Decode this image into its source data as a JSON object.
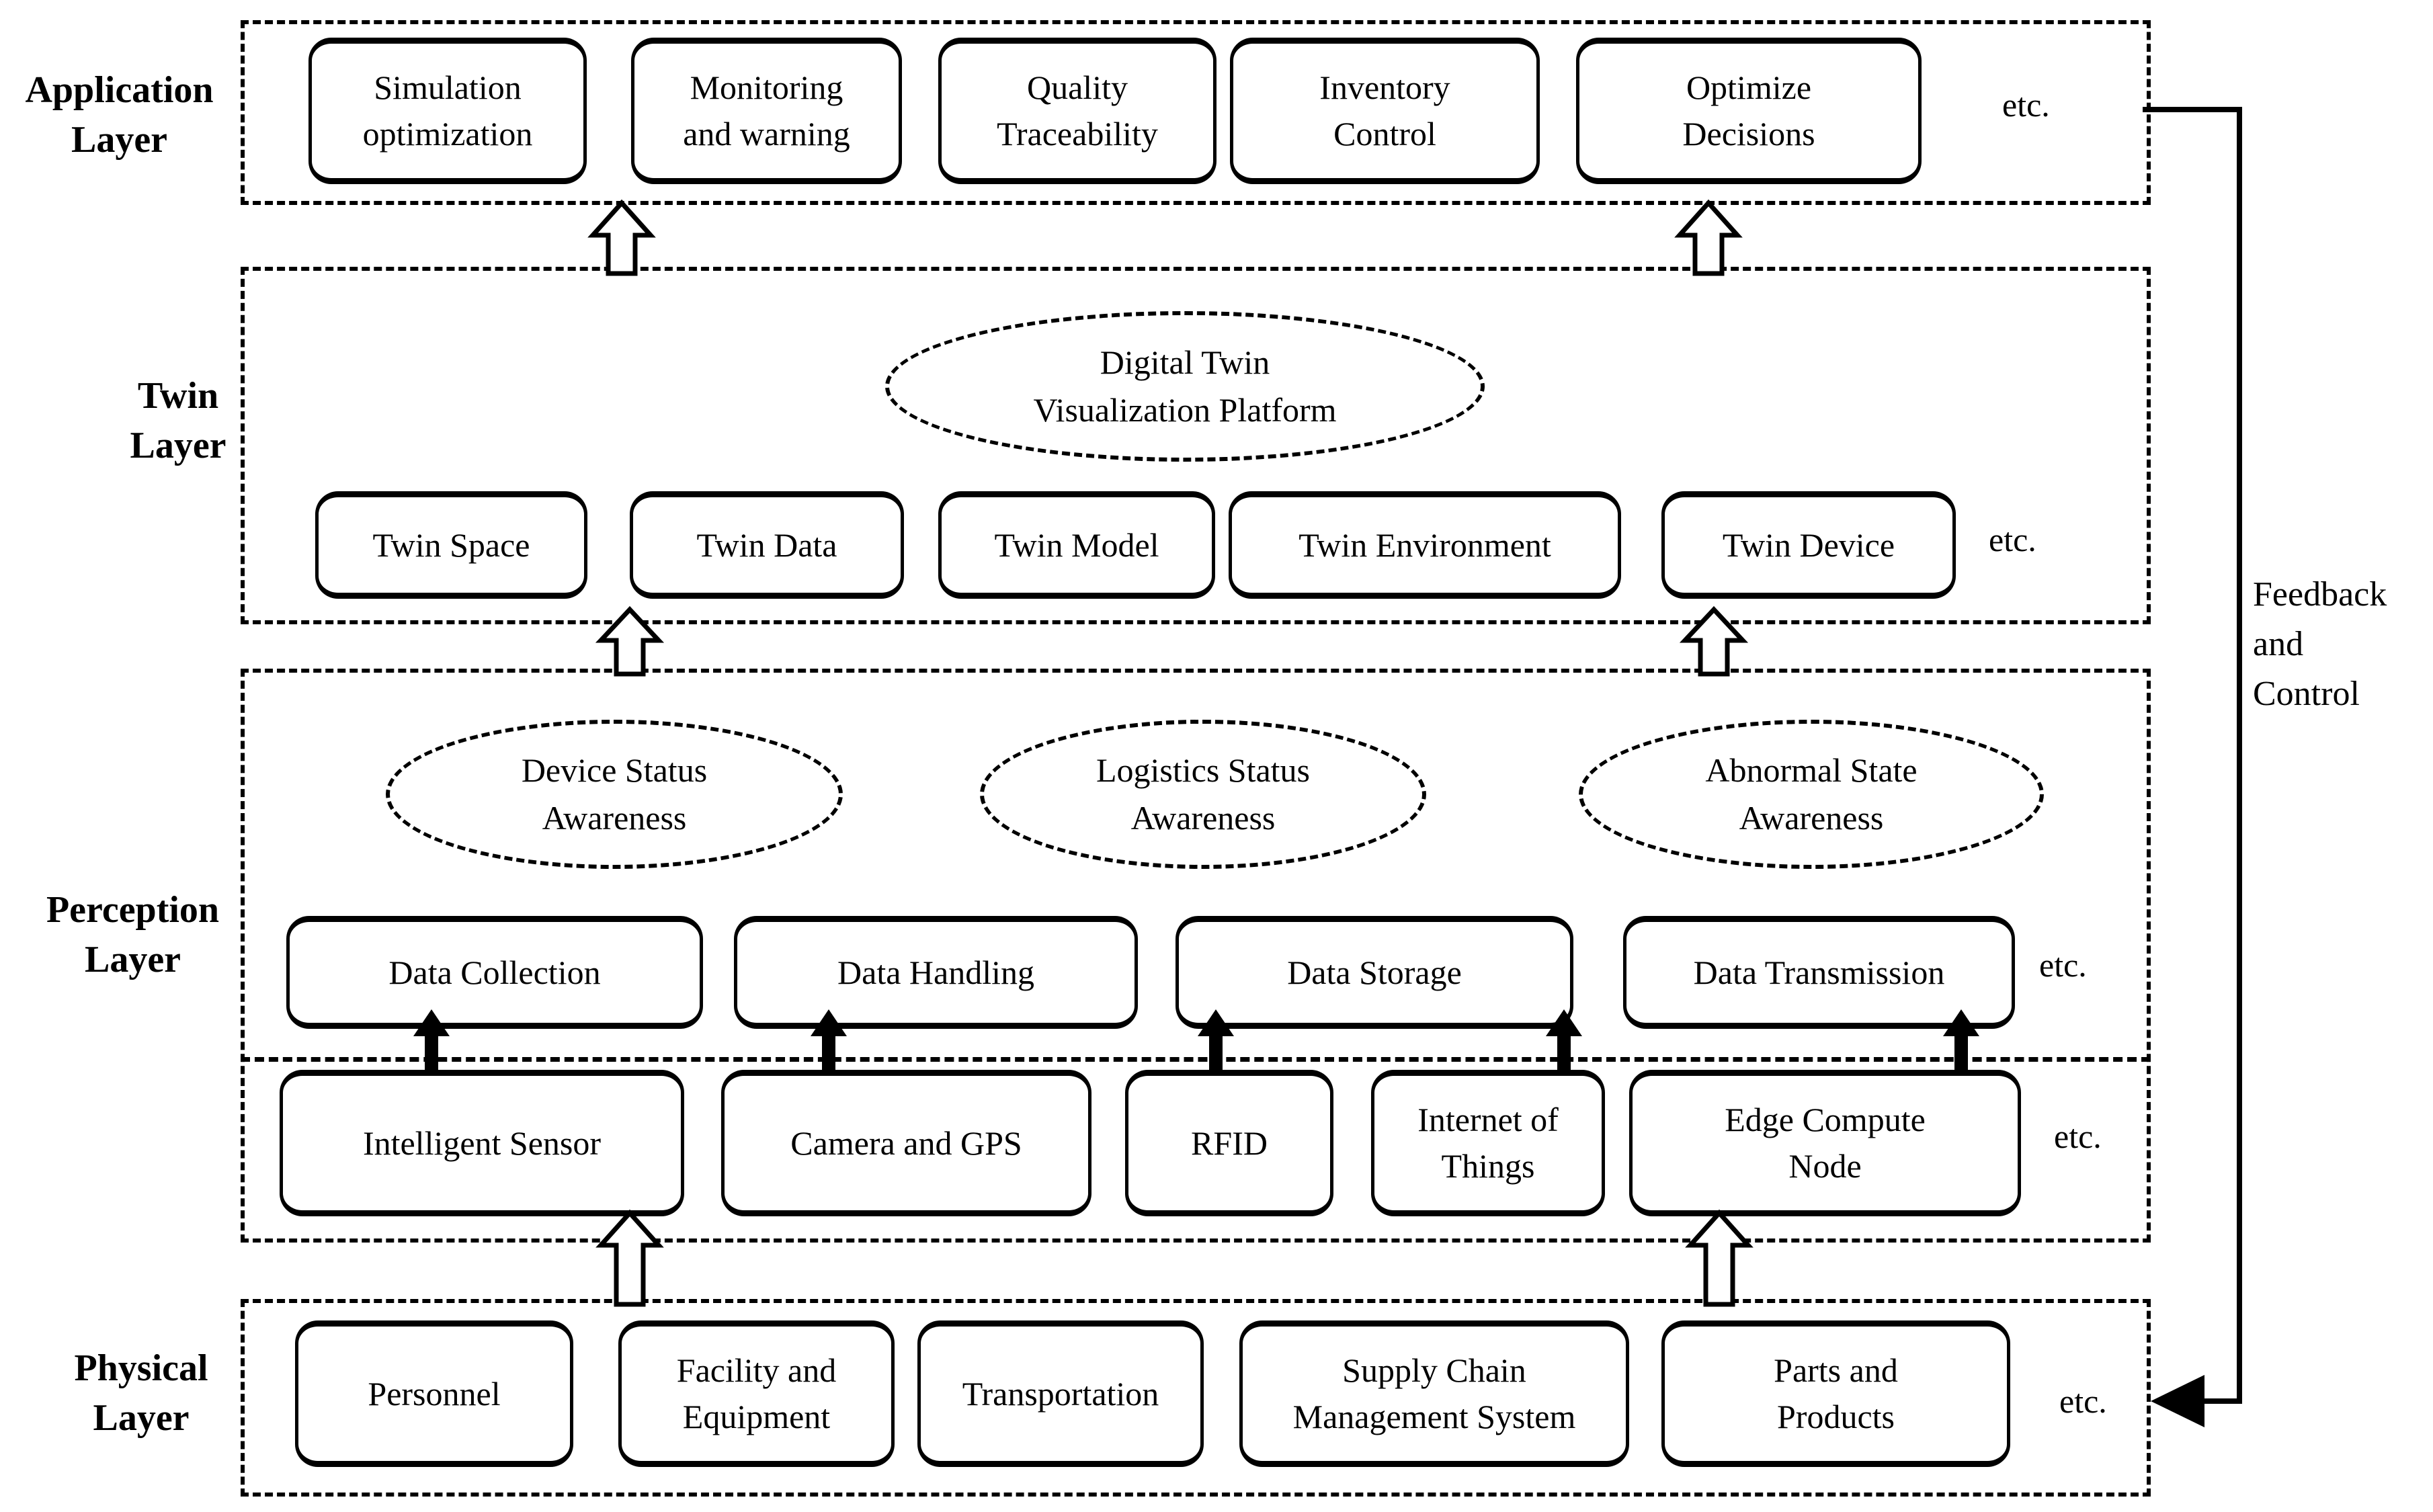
{
  "application": {
    "label": "Application\nLayer",
    "boxes": [
      "Simulation\noptimization",
      "Monitoring\nand warning",
      "Quality\nTraceability",
      "Inventory\nControl",
      "Optimize\nDecisions"
    ],
    "etc": "etc."
  },
  "twin": {
    "label": "Twin\nLayer",
    "platform_ellipse": "Digital Twin\nVisualization Platform",
    "boxes": [
      "Twin Space",
      "Twin Data",
      "Twin Model",
      "Twin Environment",
      "Twin Device"
    ],
    "etc": "etc."
  },
  "perception": {
    "label": "Perception\nLayer",
    "ellipses": [
      "Device Status\nAwareness",
      "Logistics Status\nAwareness",
      "Abnormal State\nAwareness"
    ],
    "upper_boxes": [
      "Data Collection",
      "Data Handling",
      "Data Storage",
      "Data Transmission"
    ],
    "upper_etc": "etc.",
    "lower_boxes": [
      "Intelligent Sensor",
      "Camera and GPS",
      "RFID",
      "Internet of\nThings",
      "Edge Compute\nNode"
    ],
    "lower_etc": "etc."
  },
  "physical": {
    "label": "Physical\nLayer",
    "boxes": [
      "Personnel",
      "Facility and\nEquipment",
      "Transportation",
      "Supply Chain\nManagement System",
      "Parts and\nProducts"
    ],
    "etc": "etc."
  },
  "feedback": {
    "label": "Feedback\nand\nControl"
  },
  "colors": {
    "ink": "#000000",
    "background": "#ffffff"
  }
}
